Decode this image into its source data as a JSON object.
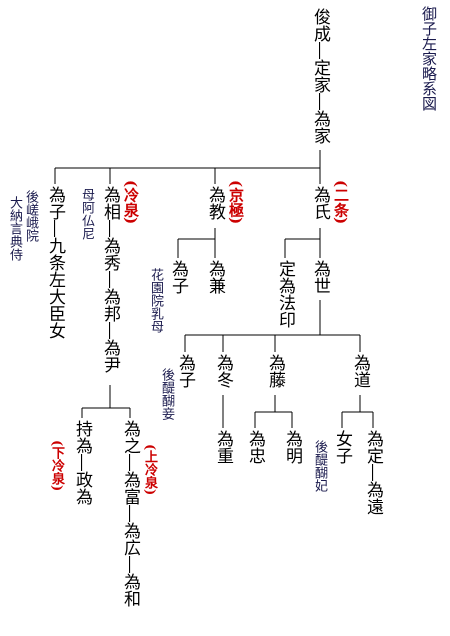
{
  "title": "御子左家略系図",
  "persons": {
    "shunzei": "俊成",
    "teika": "定家",
    "tameie": "為家",
    "tameuji": "為氏",
    "tamenori": "為教",
    "tamesuke": "為相",
    "tameko1": "為子",
    "tameyo": "為世",
    "jouihoin": "定為法印",
    "tamekane": "為兼",
    "tameko2": "為子",
    "kujo_daughter": "九条左大臣女",
    "tamehide": "為秀",
    "tamekuni": "為邦",
    "tamemasa": "為尹",
    "mochitame": "持為",
    "masatame": "政為",
    "tameyuki": "為之",
    "tametomi": "為富",
    "tamehiro": "為広",
    "tamekazu": "為和",
    "tameko3": "為子",
    "tamefuyu": "為冬",
    "tameshige": "為重",
    "tamefuji": "為藤",
    "tametada": "為忠",
    "tameaki": "為明",
    "tamemichi": "為道",
    "nyoshi": "女子",
    "tamesada": "為定",
    "tametoo": "為遠"
  },
  "notes": {
    "gosaga": "後嵯峨院",
    "dainagon": "大納言典侍",
    "mother_abutsu": "母阿仏尼",
    "hanazono": "花園院乳母",
    "godaigo_shou": "後醍醐妾",
    "godaigo_hi": "後醍醐妃"
  },
  "houses": {
    "nijo": "(二条)",
    "kyogoku": "(京極)",
    "reizei": "(冷泉)",
    "kami_reizei": "(上冷泉)",
    "shimo_reizei": "(下冷泉)"
  },
  "colors": {
    "house": "#cc0000",
    "note": "#1a1a4d",
    "name": "#000000",
    "line": "#000000"
  }
}
